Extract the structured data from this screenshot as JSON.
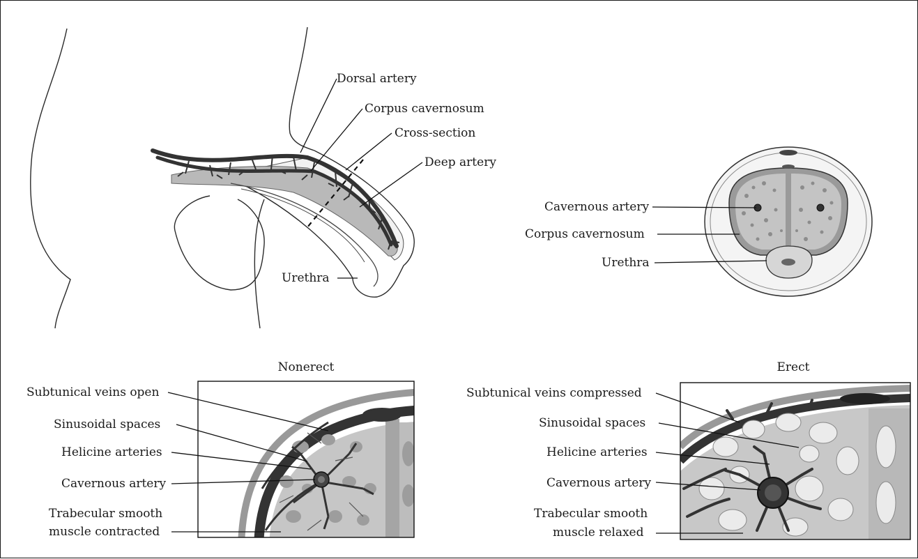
{
  "sagittal_labels": {
    "dorsal_artery": "Dorsal artery",
    "corpus_cavernosum": "Corpus cavernosum",
    "cross_section": "Cross-section",
    "deep_artery": "Deep artery",
    "urethra": "Urethra"
  },
  "cross_section_labels": {
    "cavernous_artery": "Cavernous artery",
    "corpus_cavernosum": "Corpus cavernosum",
    "urethra": "Urethra"
  },
  "nonerect": {
    "title": "Nonerect",
    "labels": {
      "veins": "Subtunical veins open",
      "sinusoidal": "Sinusoidal spaces",
      "helicine": "Helicine arteries",
      "cavernous": "Cavernous artery",
      "trabecular_line1": "Trabecular smooth",
      "trabecular_line2": "muscle contracted"
    }
  },
  "erect": {
    "title": "Erect",
    "labels": {
      "veins": "Subtunical veins compressed",
      "sinusoidal": "Sinusoidal spaces",
      "helicine": "Helicine arteries",
      "cavernous": "Cavernous artery",
      "trabecular_line1": "Trabecular smooth",
      "trabecular_line2": "muscle relaxed"
    }
  },
  "colors": {
    "tissue_light": "#c8c8c8",
    "tissue_mid": "#a9a9a9",
    "vessel_dark": "#3a3a3a",
    "outline": "#1a1a1a"
  }
}
